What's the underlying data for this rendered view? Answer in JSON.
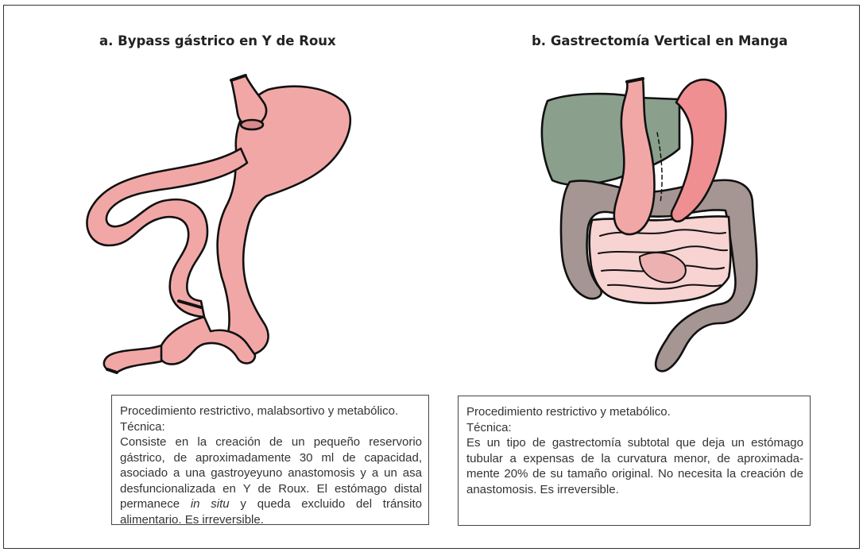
{
  "panels": [
    {
      "title": "a. Bypass gástrico en Y de Roux",
      "illustration": "gastric-bypass-illustration",
      "summary": "Procedimiento restrictivo, malabsortivo y metabólico.",
      "technique_label": "Técnica:",
      "description_part1": "Consiste en la creación de un pequeño reservorio gástrico, de aproximadamente 30 ml de capacidad, asociado a una gastroyeyuno anastomosis y a un asa desfuncionalizada en Y de Roux. El estómago distal permanece ",
      "description_italic": "in situ",
      "description_part2": " y queda excluido del tránsito alimentario. Es irreversible."
    },
    {
      "title": "b. Gastrectomía Vertical en Manga",
      "illustration": "sleeve-gastrectomy-illustration",
      "summary": "Procedimiento restrictivo y metabólico.",
      "technique_label": "Técnica:",
      "description": "Es un tipo de gastrectomía subtotal que deja un estómago tubular a expensas de la curvatura menor, de aproximada-mente 20% de su tamaño original. No necesita la creación de anastomosis. Es irreversible."
    }
  ],
  "colors": {
    "stomach_pink": "#f2a7a7",
    "stomach_deep": "#ef8f92",
    "liver_green": "#8aa08c",
    "colon_gray": "#a59593",
    "intestine_light": "#f7d3d2",
    "outline": "#111111"
  }
}
